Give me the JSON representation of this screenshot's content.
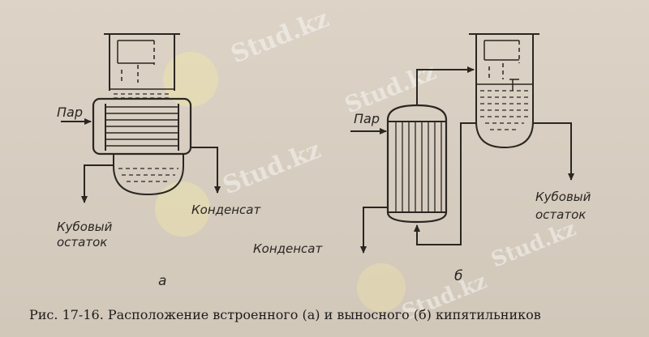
{
  "figure": {
    "labels": {
      "steam_a": "Пар",
      "steam_b": "Пар",
      "bottoms_a_line1": "Кубовый",
      "bottoms_a_line2": "остаток",
      "condensate_a": "Конденсат",
      "condensate_b": "Конденсат",
      "bottoms_b_line1": "Кубовый",
      "bottoms_b_line2": "остаток",
      "part_a": "а",
      "part_b": "б"
    },
    "caption": "Рис. 17-16. Расположение встроенного (а) и выносного (б) кипятильников",
    "watermarks": [
      "Stud.kz",
      "Stud.kz",
      "Stud.kz",
      "Stud.kz",
      "Stud.kz"
    ]
  }
}
